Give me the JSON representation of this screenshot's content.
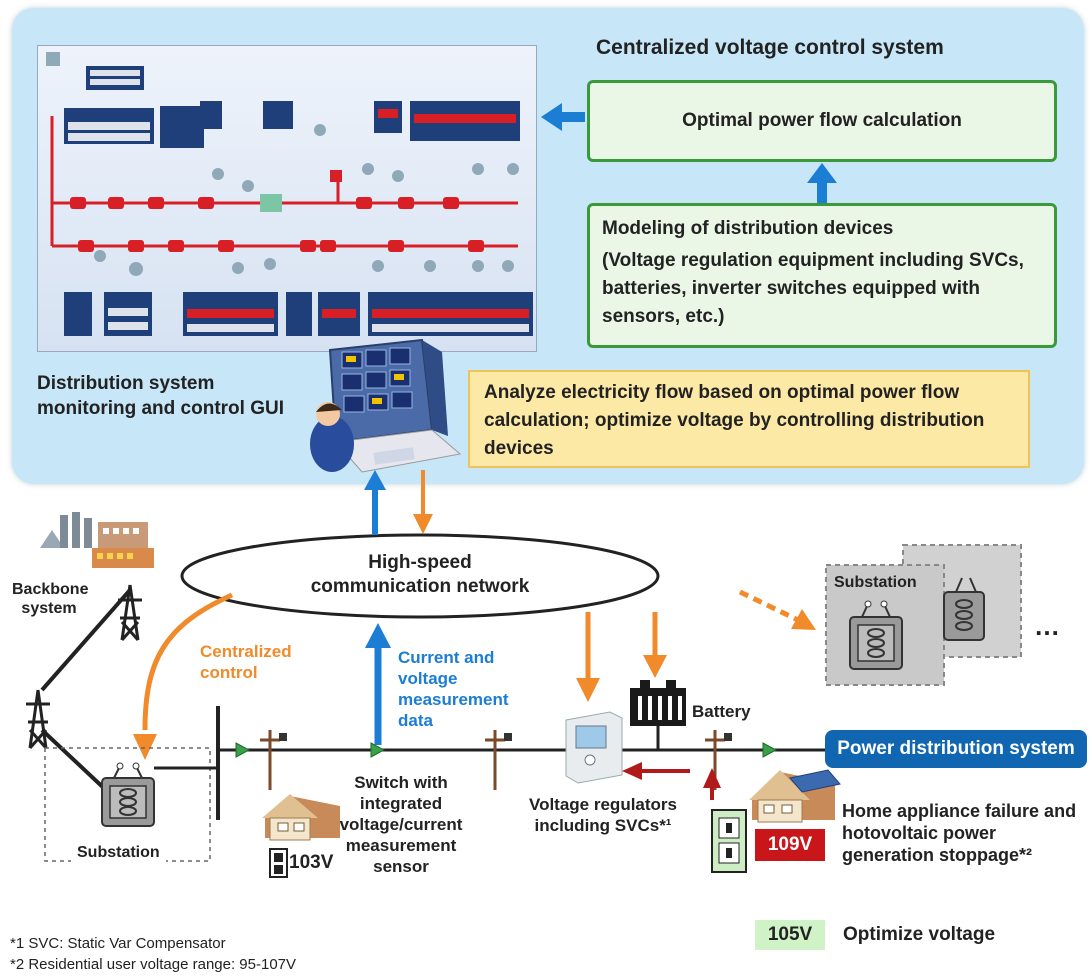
{
  "panel": {
    "title": "Centralized voltage control system",
    "opf_label": "Optimal power flow calculation",
    "modeling_title": "Modeling of distribution devices",
    "modeling_detail": "(Voltage regulation equipment including SVCs, batteries, inverter switches equipped with sensors, etc.)",
    "analyze_text": "Analyze electricity flow based on optimal power flow calculation; optimize voltage by controlling distribution devices",
    "gui_label": "Distribution system monitoring and control GUI"
  },
  "network": {
    "label": "High-speed communication network",
    "centralized_control": "Centralized control",
    "measurement_data": "Current and voltage measurement data"
  },
  "grid": {
    "backbone": "Backbone system",
    "substation": "Substation",
    "remote_substation": "Substation",
    "ellipsis": "…",
    "switch_sensor": "Switch with integrated voltage/current measurement sensor",
    "regulators": "Voltage regulators including SVCs*¹",
    "battery": "Battery",
    "power_distribution": "Power distribution system",
    "home_failure": "Home appliance failure and hotovoltaic power generation stoppage*²",
    "voltage_103": "103V",
    "voltage_109": "109V",
    "voltage_105": "105V",
    "optimize_voltage": "Optimize voltage"
  },
  "footnotes": {
    "fn1": "*1 SVC: Static Var Compensator",
    "fn2": "*2 Residential user voltage range: 95-107V"
  },
  "colors": {
    "panel_bg": "#c7e6f7",
    "green_border": "#3a9a3a",
    "arrow_blue": "#1b7dd4",
    "arrow_orange": "#f08a2a",
    "alert_red": "#c9161b",
    "badge_blue": "#1166b1"
  }
}
